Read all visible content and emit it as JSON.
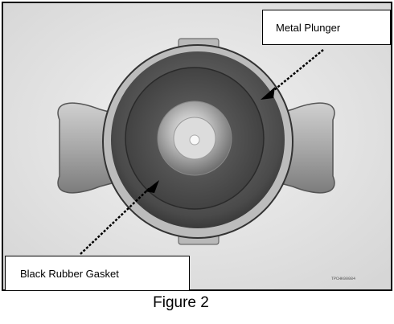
{
  "labels": {
    "plunger": "Metal Plunger",
    "gasket": "Black Rubber Gasket"
  },
  "caption": "Figure 2",
  "part_code": "TPCHK00084",
  "colors": {
    "background": "#e9e9e9",
    "cap_metal": "#c8c8c8",
    "gasket": "#5a5a5a",
    "plunger": "#9a9a9a",
    "border": "#000000"
  }
}
